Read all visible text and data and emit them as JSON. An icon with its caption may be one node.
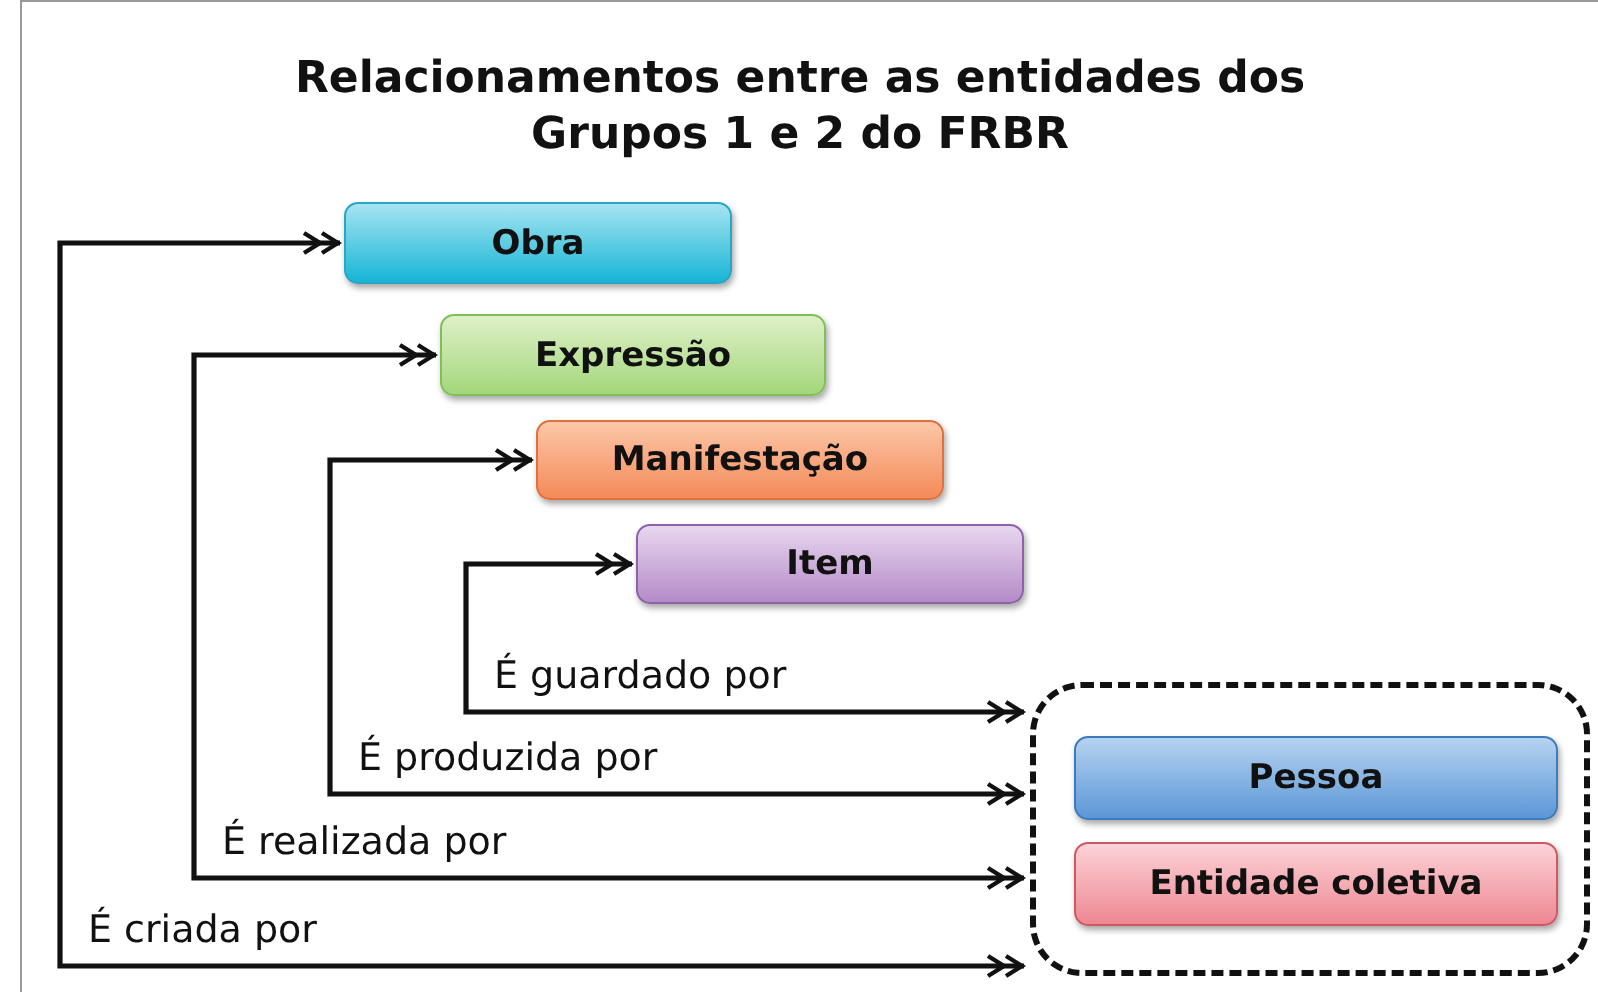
{
  "diagram": {
    "title": "Relacionamentos entre as entidades dos Grupos 1 e 2 do FRBR",
    "nodes": [
      {
        "text": [
          "Obra"
        ]
      },
      {
        "text": [
          "Expressão"
        ]
      },
      {
        "text": [
          "Manifestação"
        ]
      },
      {
        "text": [
          "Item"
        ]
      },
      {
        "text": [],
        "shape": "box"
      },
      {
        "text": [
          "Pessoa"
        ],
        "in": 4
      },
      {
        "text": [
          "Entidade coletiva"
        ],
        "in": 4
      }
    ],
    "edges": [
      {
        "from": 0,
        "to": 4,
        "arrow": "both",
        "label": "É criada por"
      },
      {
        "from": 1,
        "to": 4,
        "arrow": "both",
        "label": "É realizada por"
      },
      {
        "from": 2,
        "to": 4,
        "arrow": "both",
        "label": "É produzida por"
      },
      {
        "from": 3,
        "to": 4,
        "arrow": "both",
        "label": "É guardado por"
      }
    ]
  }
}
